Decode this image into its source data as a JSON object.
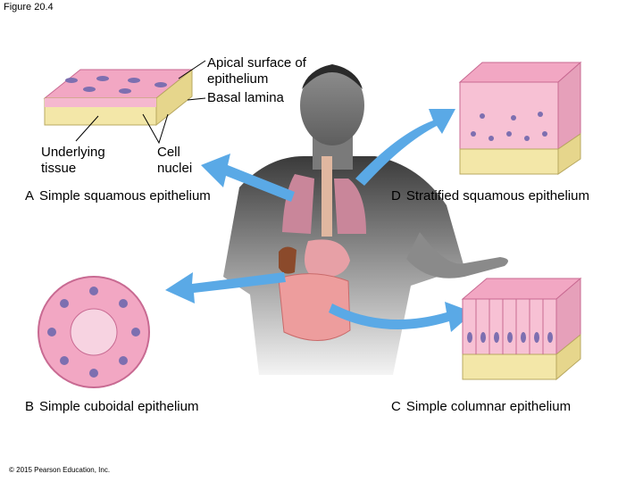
{
  "figure_label": "Figure 20.4",
  "labels": {
    "apical_line1": "Apical surface of",
    "apical_line2": "epithelium",
    "basal": "Basal lamina",
    "underlying_line1": "Underlying",
    "underlying_line2": "tissue",
    "nuclei_line1": "Cell",
    "nuclei_line2": "nuclei"
  },
  "captions": {
    "a": {
      "letter": "A",
      "text": "Simple squamous epithelium"
    },
    "b": {
      "letter": "B",
      "text": "Simple cuboidal epithelium"
    },
    "c": {
      "letter": "C",
      "text": "Simple columnar epithelium"
    },
    "d": {
      "letter": "D",
      "text": "Stratified squamous epithelium"
    }
  },
  "copyright": "© 2015 Pearson Education, Inc.",
  "colors": {
    "cell_pink": "#f2a7c3",
    "cell_outline": "#c86a92",
    "nucleus": "#7d6fb0",
    "tissue_yellow": "#f3e7a8",
    "arrow_blue": "#5aa9e6",
    "skin_gray": "#9a9a9a"
  }
}
